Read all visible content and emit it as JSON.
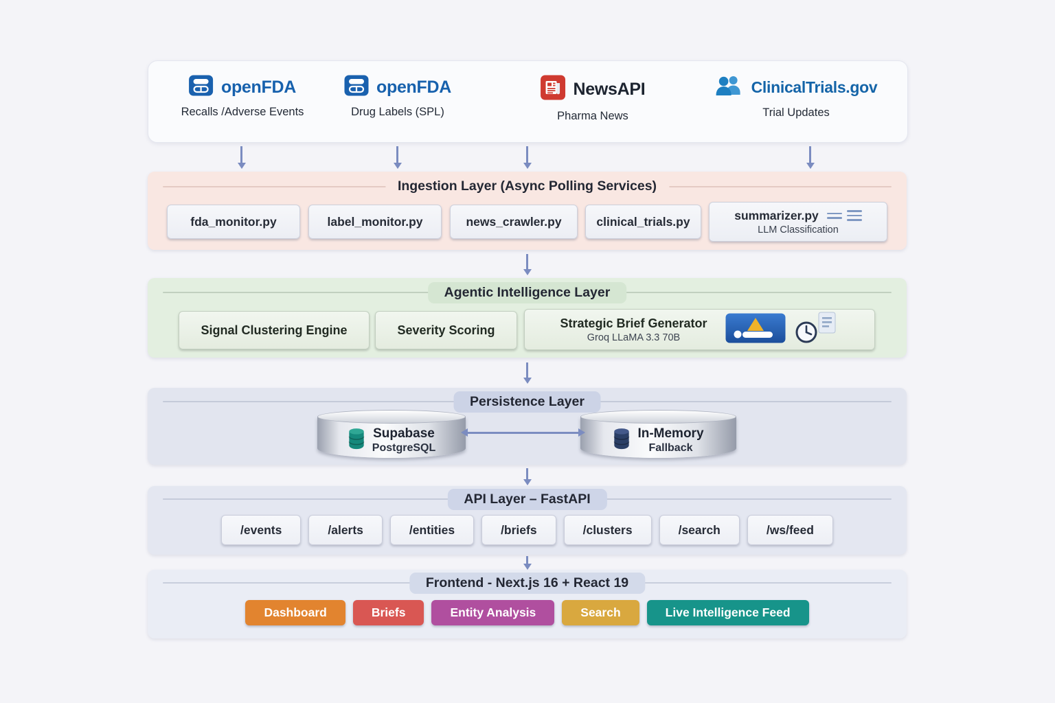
{
  "sources": {
    "items": [
      {
        "name": "openFDA",
        "label": "Recalls /Adverse Events",
        "icon": "openfda-icon",
        "brand_color": "#1761ad"
      },
      {
        "name": "openFDA",
        "label": "Drug Labels (SPL)",
        "icon": "openfda-icon",
        "brand_color": "#1761ad"
      },
      {
        "name": "NewsAPI",
        "label": "Pharma News",
        "icon": "newsapi-icon",
        "brand_color": "#cf3a30"
      },
      {
        "name": "ClinicalTrials.gov",
        "label": "Trial Updates",
        "icon": "clinicaltrials-icon",
        "brand_color": "#1464a8"
      }
    ]
  },
  "ingestion": {
    "title": "Ingestion Layer (Async Polling Services)",
    "modules": [
      "fda_monitor.py",
      "label_monitor.py",
      "news_crawler.py",
      "clinical_trials.py"
    ],
    "summarizer": {
      "name": "summarizer.py",
      "subtitle": "LLM Classification",
      "icon": "text-lines-icon"
    }
  },
  "agentic": {
    "title": "Agentic Intelligence Layer",
    "modules": [
      "Signal Clustering Engine",
      "Severity Scoring"
    ],
    "brief": {
      "title": "Strategic Brief Generator",
      "subtitle": "Groq LLaMA 3.3 70B",
      "icons": [
        "alert-person-card-icon",
        "clock-document-icon"
      ]
    }
  },
  "persistence": {
    "title": "Persistence Layer",
    "stores": [
      {
        "name": "Supabase",
        "subtitle": "PostgreSQL",
        "icon": "database-cylinder-icon",
        "icon_color": "#15897c"
      },
      {
        "name": "In-Memory",
        "subtitle": "Fallback",
        "icon": "database-cylinder-icon",
        "icon_color": "#2b3f66"
      }
    ]
  },
  "api": {
    "title": "API Layer – FastAPI",
    "endpoints": [
      "/events",
      "/alerts",
      "/entities",
      "/briefs",
      "/clusters",
      "/search",
      "/ws/feed"
    ]
  },
  "frontend": {
    "title": "Frontend - Next.js 16 + React 19",
    "modules": [
      {
        "label": "Dashboard",
        "color": "#e2842f"
      },
      {
        "label": "Briefs",
        "color": "#d95753"
      },
      {
        "label": "Entity Analysis",
        "color": "#b04f9f"
      },
      {
        "label": "Search",
        "color": "#d9a83f"
      },
      {
        "label": "Live Intelligence Feed",
        "color": "#17948a"
      }
    ]
  },
  "colors": {
    "arrow": "#7b8cc0",
    "ingestion_bg": "#f9e7e2",
    "agentic_bg": "#e3efe0",
    "persistence_bg": "#e2e5ef",
    "api_bg": "#e4e7f1",
    "frontend_bg": "#eaedf5"
  }
}
